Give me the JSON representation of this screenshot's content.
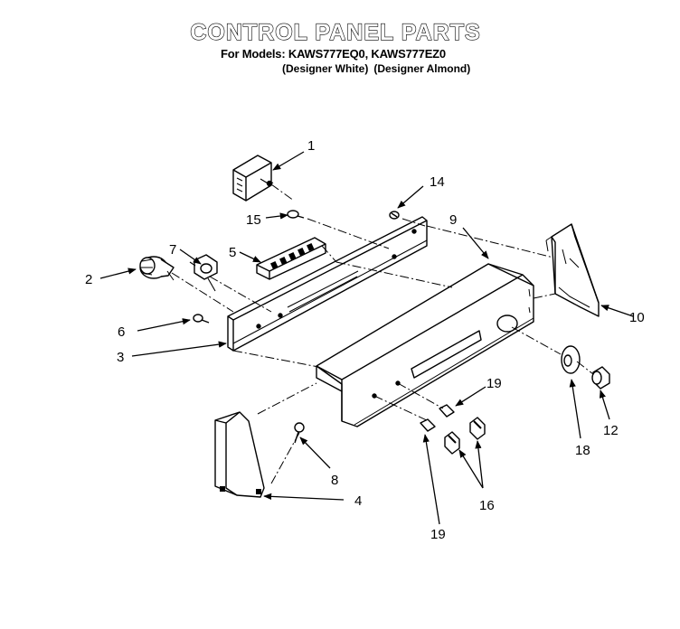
{
  "header": {
    "title": "CONTROL PANEL PARTS",
    "models": "For Models: KAWS777EQ0, KAWS777EZ0",
    "variant_white": "(Designer White)",
    "variant_almond": "(Designer Almond)"
  },
  "callouts": [
    {
      "id": "1",
      "label": "1"
    },
    {
      "id": "2",
      "label": "2"
    },
    {
      "id": "3",
      "label": "3"
    },
    {
      "id": "4",
      "label": "4"
    },
    {
      "id": "5",
      "label": "5"
    },
    {
      "id": "6",
      "label": "6"
    },
    {
      "id": "7",
      "label": "7"
    },
    {
      "id": "8",
      "label": "8"
    },
    {
      "id": "9",
      "label": "9"
    },
    {
      "id": "10",
      "label": "10"
    },
    {
      "id": "12",
      "label": "12"
    },
    {
      "id": "14",
      "label": "14"
    },
    {
      "id": "15",
      "label": "15"
    },
    {
      "id": "16",
      "label": "16"
    },
    {
      "id": "18",
      "label": "18"
    },
    {
      "id": "19a",
      "label": "19"
    },
    {
      "id": "19b",
      "label": "19"
    }
  ]
}
